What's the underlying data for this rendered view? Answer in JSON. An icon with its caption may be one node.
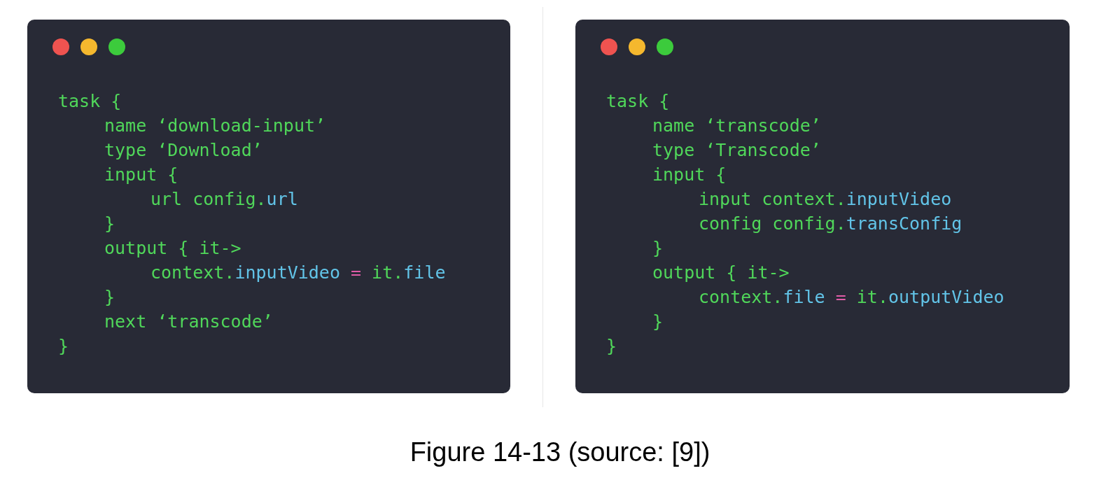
{
  "diagram": {
    "caption": "Figure 14-13 (source: [9])",
    "nodes": [
      {
        "text": [
          "task {",
          "name ‘download-input’",
          "type ‘Download’",
          "input {",
          "url config.url",
          "}",
          "output { it->",
          "context.inputVideo = it.file",
          "}",
          "next ‘transcode’",
          "}"
        ]
      },
      {
        "text": [
          "task {",
          "name ‘transcode’",
          "type ‘Transcode’",
          "input {",
          "input context.inputVideo",
          "config config.transConfig",
          "}",
          "output { it->",
          "context.file = it.outputVideo",
          "}",
          "}"
        ]
      }
    ]
  }
}
